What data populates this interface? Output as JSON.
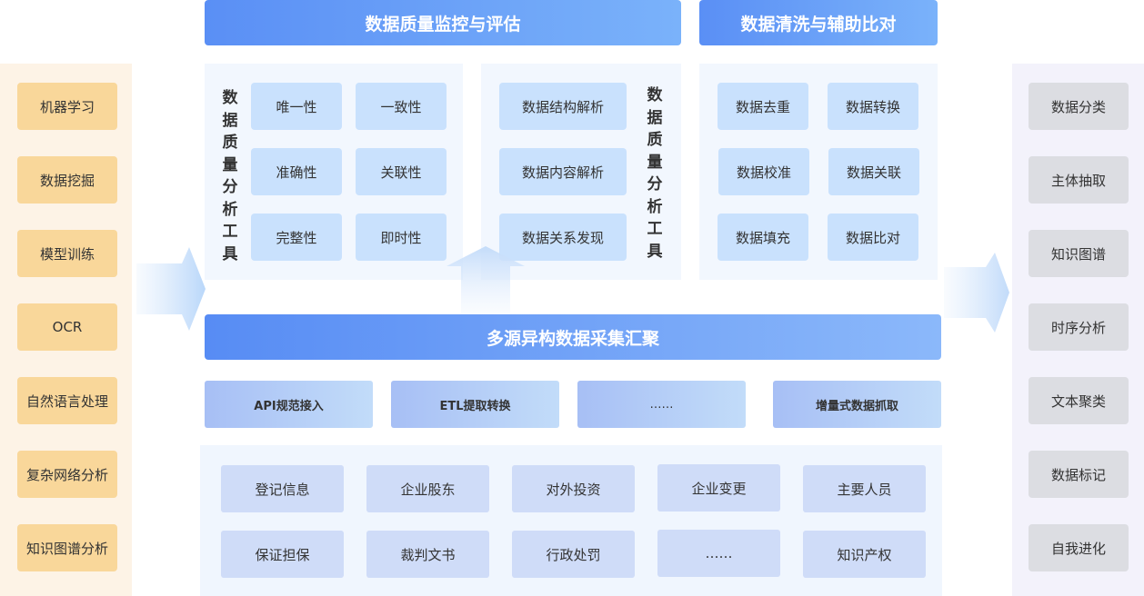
{
  "top_headers": {
    "quality": "数据质量监控与评估",
    "cleaning": "数据清洗与辅助比对"
  },
  "left_items": [
    "机器学习",
    "数据挖掘",
    "模型训练",
    "OCR",
    "自然语言处理",
    "复杂网络分析",
    "知识图谱分析"
  ],
  "right_items": [
    "数据分类",
    "主体抽取",
    "知识图谱",
    "时序分析",
    "文本聚类",
    "数据标记",
    "自我进化"
  ],
  "quality_tool_label": [
    "数",
    "据",
    "质",
    "量",
    "分",
    "析",
    "工",
    "具"
  ],
  "quality_metrics": [
    "唯一性",
    "一致性",
    "准确性",
    "关联性",
    "完整性",
    "即时性"
  ],
  "parsing_items": [
    "数据结构解析",
    "数据内容解析",
    "数据关系发现"
  ],
  "cleaning_items": [
    "数据去重",
    "数据转换",
    "数据校准",
    "数据关联",
    "数据填充",
    "数据比对"
  ],
  "acquisition_title": "多源异构数据采集汇聚",
  "methods": [
    "API规范接入",
    "ETL提取转换",
    "……",
    "增量式数据抓取"
  ],
  "sources": [
    "登记信息",
    "企业股东",
    "对外投资",
    "企业变更",
    "主要人员",
    "保证担保",
    "裁判文书",
    "行政处罚",
    "……",
    "知识产权"
  ],
  "colors": {
    "header_blue": "#5a8ff5",
    "box_blue": "#c9e1fd",
    "left_orange": "#f9d79a",
    "right_gray": "#dcdde2"
  }
}
